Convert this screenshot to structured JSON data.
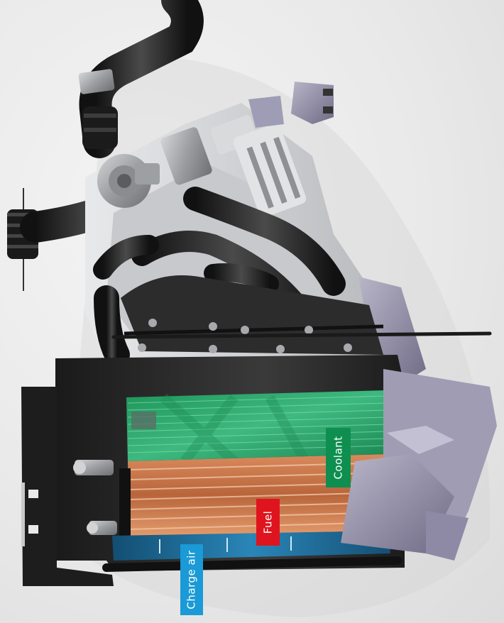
{
  "labels": {
    "coolant": "Coolant",
    "fuel": "Fuel",
    "charge_air": "Charge air"
  },
  "colors": {
    "coolant": "#0e8f4f",
    "fuel": "#e0141e",
    "charge_air": "#1a9ad6",
    "coolant_core": "#2fb673",
    "fuel_core": "#c8754a",
    "charge_air_core": "#1f6e9a",
    "engine_dark": "#2a2a2a",
    "engine_metal": "#a9abad"
  },
  "icons": [
    "engine-illustration",
    "intake-pipe",
    "turbocharger",
    "cooler-housing",
    "mounting-bracket"
  ]
}
